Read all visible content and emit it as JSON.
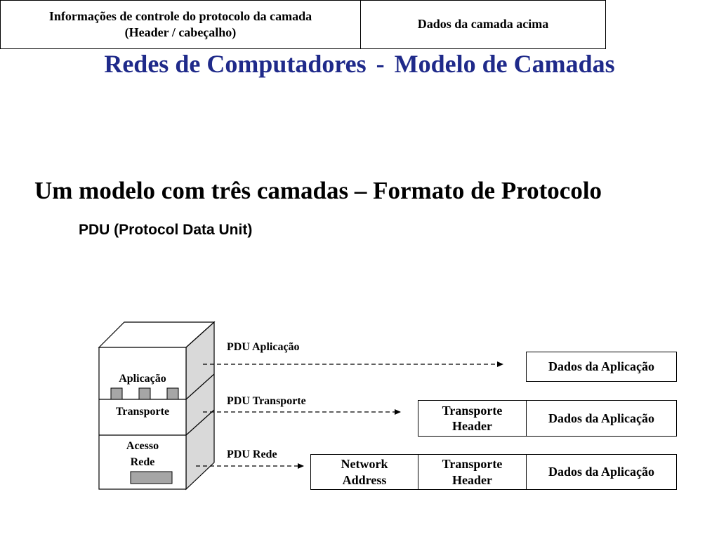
{
  "slide": {
    "title_left": "Redes de Computadores",
    "title_sep": "-",
    "title_right": "Modelo de Camadas",
    "subtitle": "Um modelo com três camadas – Formato de Protocolo",
    "pdu_label": "PDU (Protocol Data Unit)"
  },
  "pdu_table": {
    "header_line1": "Informações de controle do protocolo da camada",
    "header_line2": "(Header / cabeçalho)",
    "data": "Dados da camada acima"
  },
  "stack": {
    "layer_app": "Aplicação",
    "layer_transport": "Transporte",
    "layer_net_line1": "Acesso",
    "layer_net_line2": "Rede"
  },
  "pdus": {
    "app_label": "PDU Aplicação",
    "transport_label": "PDU Transporte",
    "net_label": "PDU Rede",
    "app_data": "Dados da Aplicação",
    "transport_header_line1": "Transporte",
    "transport_header_line2": "Header",
    "network_address_line1": "Network",
    "network_address_line2": "Address"
  }
}
